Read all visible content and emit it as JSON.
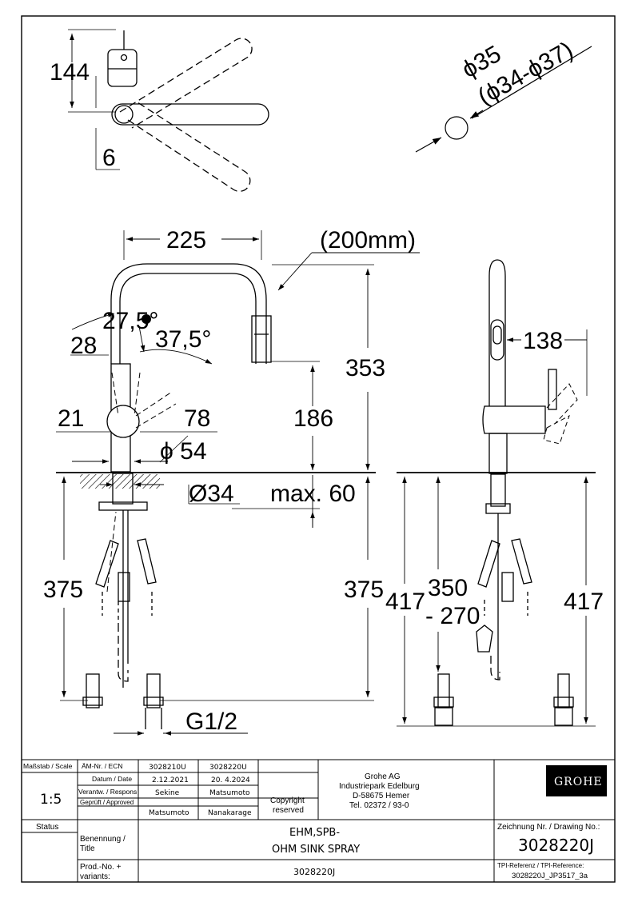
{
  "dimensions": {
    "top": {
      "height": "144",
      "offset": "6",
      "diameter": "ϕ35",
      "diameter_range": "(ϕ34-ϕ37)"
    },
    "front": {
      "reach": "225",
      "hose_length": "(200mm)",
      "angle_1": "27,5°",
      "angle_2": "37,5°",
      "d28": "28",
      "d21": "21",
      "d78": "78",
      "d186": "186",
      "d353": "353",
      "diam54": "ϕ 54",
      "diam34": "Ø34",
      "max_thickness": "max. 60",
      "d375_left": "375",
      "d375_right": "375",
      "thread": "G1/2"
    },
    "side": {
      "d138": "138",
      "d417_left": "417",
      "d350": "350",
      "d270": "- 270",
      "d417_right": "417"
    }
  },
  "title_block": {
    "scale_header": "Maßstab / Scale",
    "scale_value": "1:5",
    "ecn_label": "ÄM-Nr. / ECN",
    "ecn_1": "3028210U",
    "ecn_2": "3028220U",
    "date_label": "Datum / Date",
    "date_1": "2.12.2021",
    "date_2": "20. 4.2024",
    "responsible_label": "Verantw. / Respons",
    "responsible_1": "Sekine",
    "responsible_2": "Matsumoto",
    "approved_label": "Geprüft / Approved",
    "approved_1": "Matsumoto",
    "approved_2": "Nanakarage",
    "copyright_1": "Copyright",
    "copyright_2": "reserved",
    "company_1": "Grohe AG",
    "company_2": "Industriepark Edelburg",
    "company_3": "D-58675 Hemer",
    "company_4": "Tel. 02372 / 93-0",
    "logo_text": "GROHE",
    "status_label": "Status",
    "title_label_1": "Benennung /",
    "title_label_2": "Title",
    "title_line_1": "EHM,SPB-",
    "title_line_2": "OHM SINK SPRAY",
    "variants_label_1": "Prod.-No. +",
    "variants_label_2": "variants:",
    "variants_value": "3028220J",
    "drawing_no_label": "Zeichnung Nr. / Drawing No.:",
    "drawing_no": "3028220J",
    "tpi_label": "TPI-Referenz / TPI-Reference:",
    "tpi_value": "3028220J_JP3517_3a"
  }
}
